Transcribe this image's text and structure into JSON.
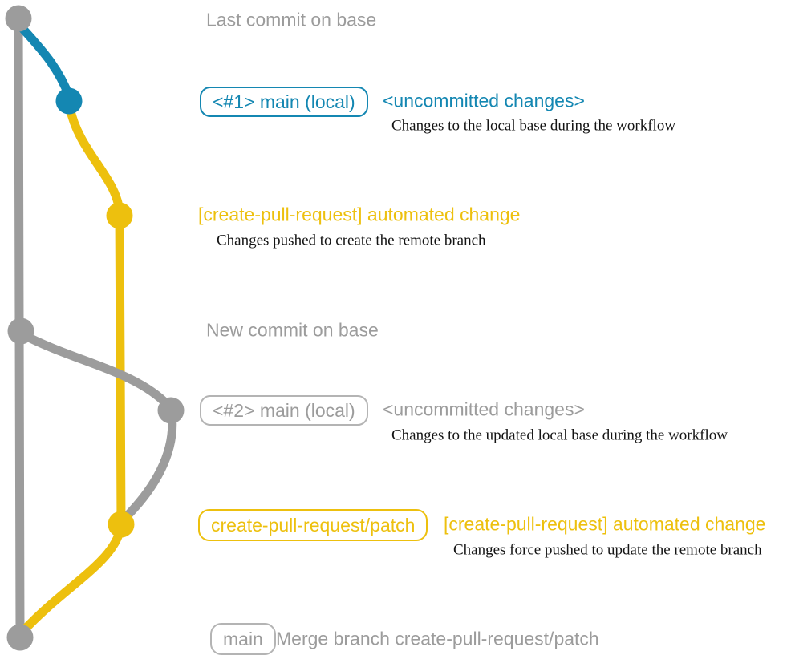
{
  "colors": {
    "blue": "#1487b2",
    "yellow": "#edc00e",
    "gray": "#9c9c9c",
    "gray-border": "#b4b4b4",
    "ink": "#141414",
    "bg": "#ffffff"
  },
  "graph": {
    "type": "git-graph",
    "branches": [
      {
        "name": "base",
        "color": "#9c9c9c"
      },
      {
        "name": "main (local)",
        "color": "#1487b2"
      },
      {
        "name": "create-pull-request/patch",
        "color": "#edc00e"
      }
    ]
  },
  "annotations": {
    "last_commit": "Last commit on base",
    "box_main_1": "<#1> main (local)",
    "uncommitted_1": "<uncommitted changes>",
    "desc_1": "Changes to the local base during the workflow",
    "automated_1": "[create-pull-request] automated change",
    "desc_2": "Changes pushed to create the remote branch",
    "new_commit": "New commit on base",
    "box_main_2": "<#2> main (local)",
    "uncommitted_2": "<uncommitted changes>",
    "desc_3": "Changes to the updated local base during the workflow",
    "box_patch": "create-pull-request/patch",
    "automated_2": "[create-pull-request] automated change",
    "desc_4": "Changes force pushed to update the remote branch",
    "box_main_final": "main",
    "merge_message": "Merge branch create-pull-request/patch"
  }
}
